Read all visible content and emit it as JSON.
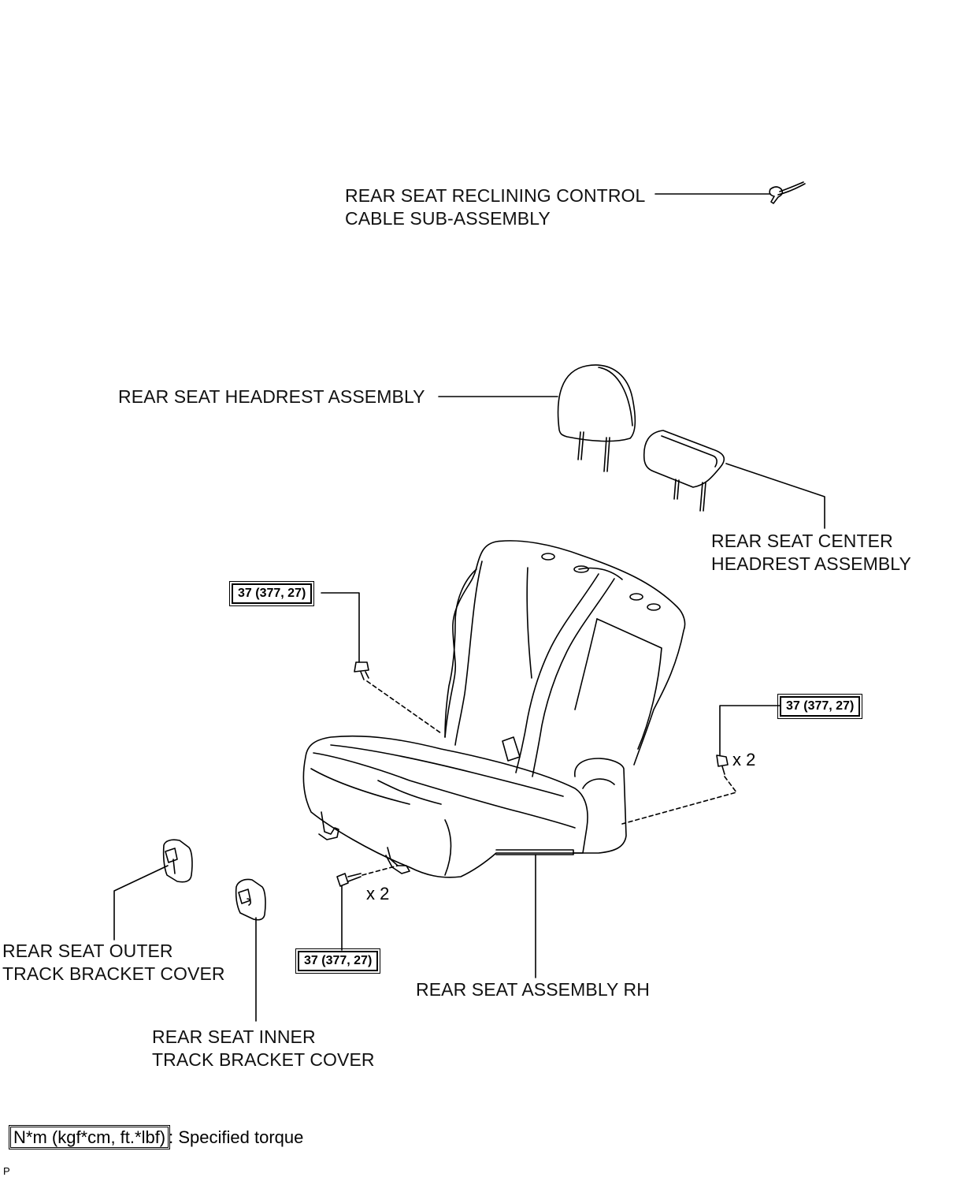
{
  "labels": {
    "recline_cable_line1": "REAR SEAT RECLINING CONTROL",
    "recline_cable_line2": "CABLE SUB-ASSEMBLY",
    "headrest": "REAR SEAT HEADREST ASSEMBLY",
    "center_headrest_line1": "REAR SEAT CENTER",
    "center_headrest_line2": "HEADREST ASSEMBLY",
    "outer_cover_line1": "REAR SEAT OUTER",
    "outer_cover_line2": "TRACK BRACKET COVER",
    "inner_cover_line1": "REAR SEAT INNER",
    "inner_cover_line2": "TRACK BRACKET COVER",
    "seat_assembly": "REAR SEAT ASSEMBLY RH"
  },
  "torque": {
    "upper_left": "37 (377, 27)",
    "right": "37 (377, 27)",
    "bottom": "37 (377, 27)"
  },
  "multipliers": {
    "right": "x 2",
    "bottom": "x 2"
  },
  "legend": {
    "unit": "N*m (kgf*cm, ft.*lbf)",
    "text": ": Specified torque"
  },
  "footer_code": "P"
}
